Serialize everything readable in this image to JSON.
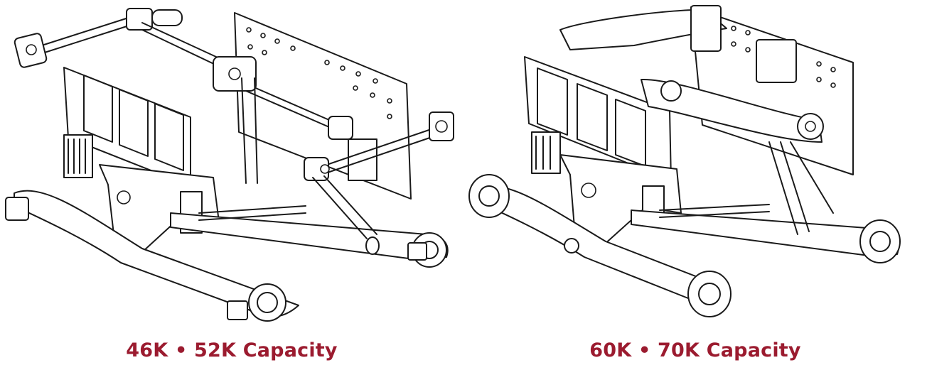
{
  "panels": [
    {
      "caption": "46K • 52K Capacity",
      "illustration": "suspension-line-drawing-left"
    },
    {
      "caption": "60K • 70K Capacity",
      "illustration": "suspension-line-drawing-right"
    }
  ],
  "colors": {
    "caption": "#9b1b2f",
    "line": "#1a1a1a",
    "background": "#ffffff"
  }
}
